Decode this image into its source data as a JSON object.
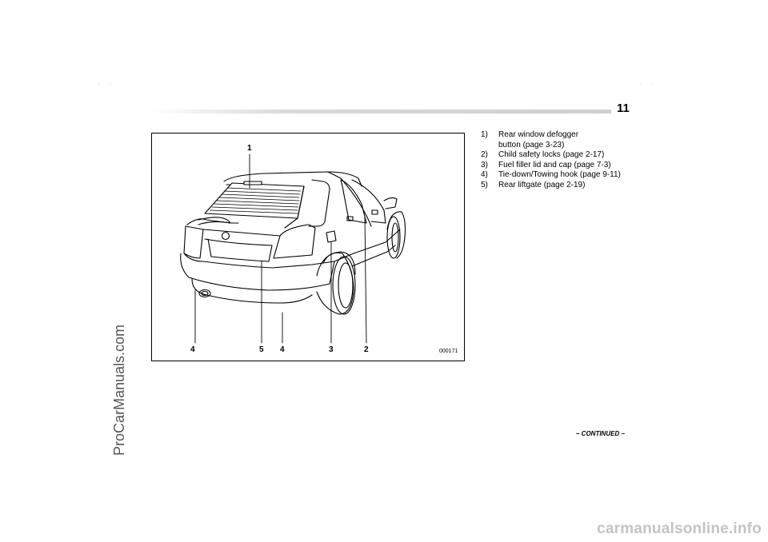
{
  "page": {
    "number": "11",
    "continued": "– CONTINUED –"
  },
  "figure": {
    "code": "000171",
    "callouts": [
      "1",
      "4",
      "5",
      "4",
      "3",
      "2"
    ]
  },
  "legend": [
    {
      "num": "1)",
      "text": "Rear window defogger button (page 3-23)"
    },
    {
      "num": "2)",
      "text": "Child safety locks (page 2-17)"
    },
    {
      "num": "3)",
      "text": "Fuel filler lid and cap (page 7-3)"
    },
    {
      "num": "4)",
      "text": "Tie-down/Towing hook  (page 9-11)"
    },
    {
      "num": "5)",
      "text": "Rear liftgate (page 2-19)"
    }
  ],
  "watermarks": {
    "side": "ProCarManuals.com",
    "bottom": "carmanualsonline.info"
  }
}
